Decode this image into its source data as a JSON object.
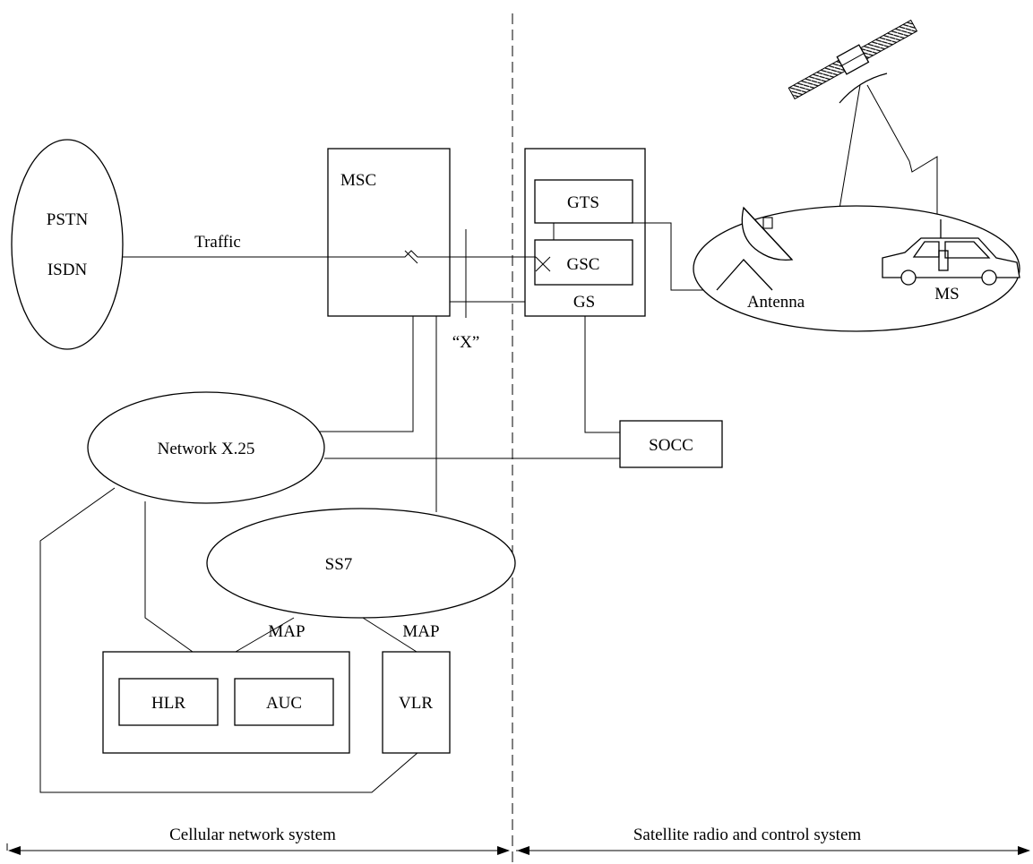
{
  "nodes": {
    "pstn": "PSTN",
    "isdn": "ISDN",
    "msc": "MSC",
    "gts": "GTS",
    "gsc": "GSC",
    "gs": "GS",
    "antenna": "Antenna",
    "ms": "MS",
    "socc": "SOCC",
    "network_x25": "Network X.25",
    "ss7": "SS7",
    "hlr": "HLR",
    "auc": "AUC",
    "vlr": "VLR"
  },
  "edges": {
    "traffic": "Traffic",
    "x_interface": "“X”",
    "map_left": "MAP",
    "map_right": "MAP"
  },
  "footer": {
    "left_system": "Cellular network system",
    "right_system": "Satellite radio and control system"
  }
}
